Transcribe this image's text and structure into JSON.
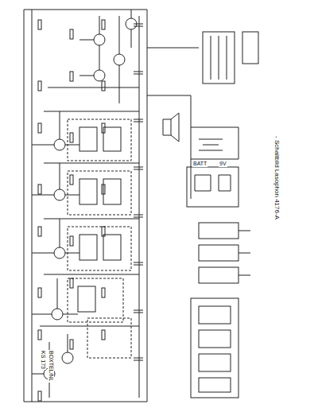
{
  "diagram": {
    "title": "- Schaltbild Lasophon 4176-A",
    "labels": [
      "KS 173",
      "BOXTEL/NL",
      "BATT",
      "9V"
    ]
  }
}
